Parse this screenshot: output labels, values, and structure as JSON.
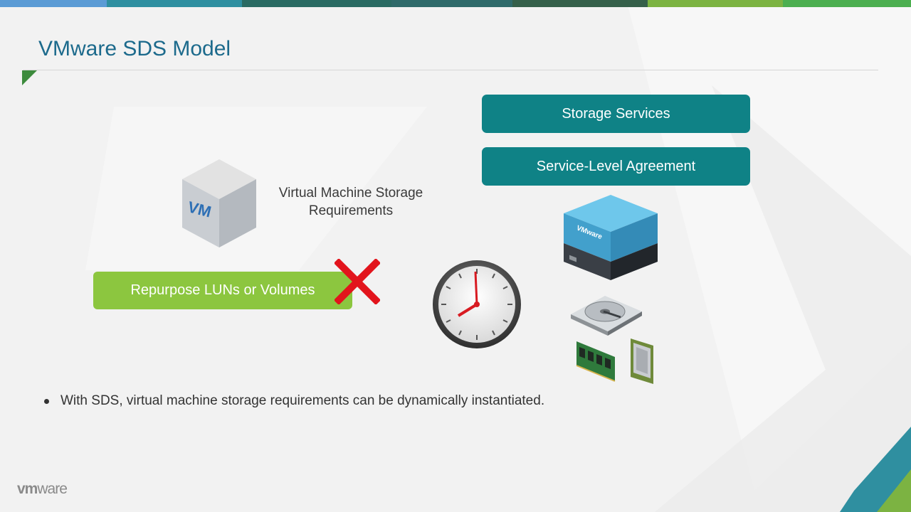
{
  "slide": {
    "title": "VMware SDS Model",
    "vm_label_line1": "Virtual Machine Storage",
    "vm_label_line2": "Requirements",
    "storage_services": "Storage Services",
    "sla": "Service-Level Agreement",
    "repurpose": "Repurpose LUNs or Volumes",
    "bullet": "With SDS, virtual machine storage requirements can be dynamically instantiated.",
    "vm_cube_text": "VM",
    "server_text": "VMware",
    "logo_vm": "vm",
    "logo_ware": "ware"
  },
  "icons": [
    "vm-cube-icon",
    "red-x-icon",
    "clock-icon",
    "server-icon",
    "hard-drive-icon",
    "memory-module-icon",
    "cpu-chip-icon"
  ],
  "colors": {
    "title": "#1c6a8c",
    "teal": "#0f8286",
    "green": "#8cc63f",
    "red_x": "#e2141c",
    "stripe": [
      "#5b9bd5",
      "#2e8fa0",
      "#2a6b63",
      "#35604a",
      "#7cb342",
      "#4caf50"
    ]
  }
}
